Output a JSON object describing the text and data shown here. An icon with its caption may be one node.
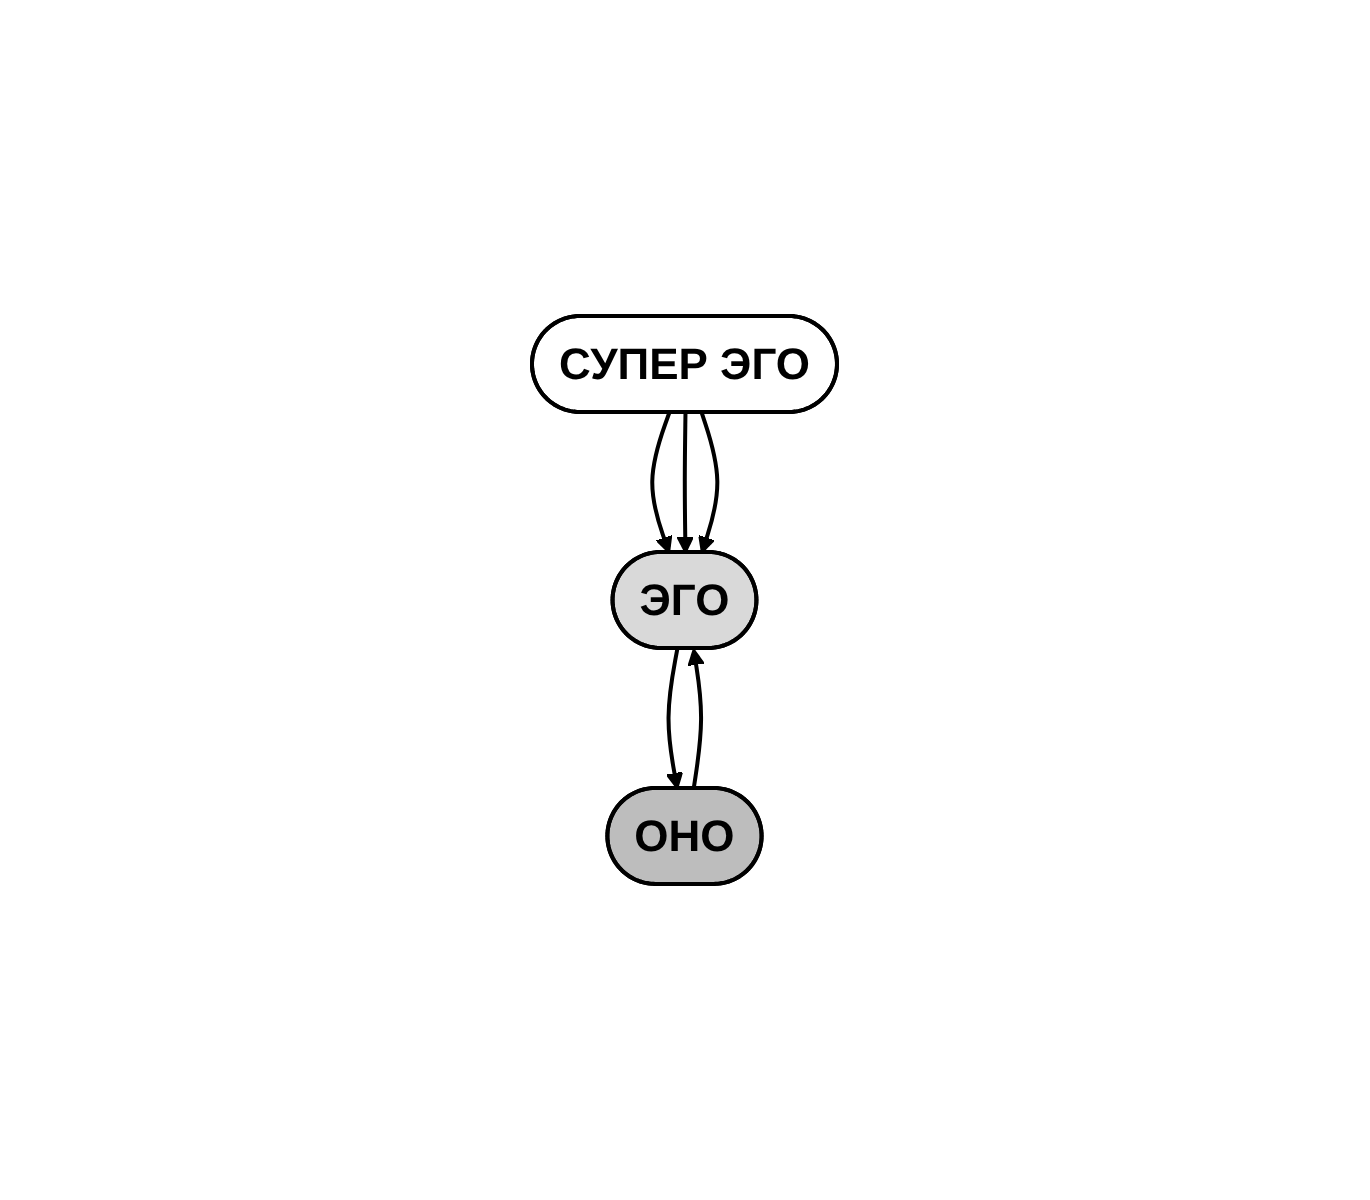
{
  "diagram": {
    "nodes": [
      {
        "text": [
          "СУПЕР ЭГО"
        ]
      },
      {
        "text": [
          "ЭГО"
        ]
      },
      {
        "text": [
          "ОНО"
        ]
      }
    ],
    "edges": [
      {
        "from": 0,
        "to": 1,
        "arrow": "to"
      },
      {
        "from": 0,
        "to": 1,
        "arrow": "to"
      },
      {
        "from": 0,
        "to": 1,
        "arrow": "to"
      },
      {
        "from": 1,
        "to": 2,
        "arrow": "to"
      },
      {
        "from": 2,
        "to": 1,
        "arrow": "to"
      }
    ]
  }
}
